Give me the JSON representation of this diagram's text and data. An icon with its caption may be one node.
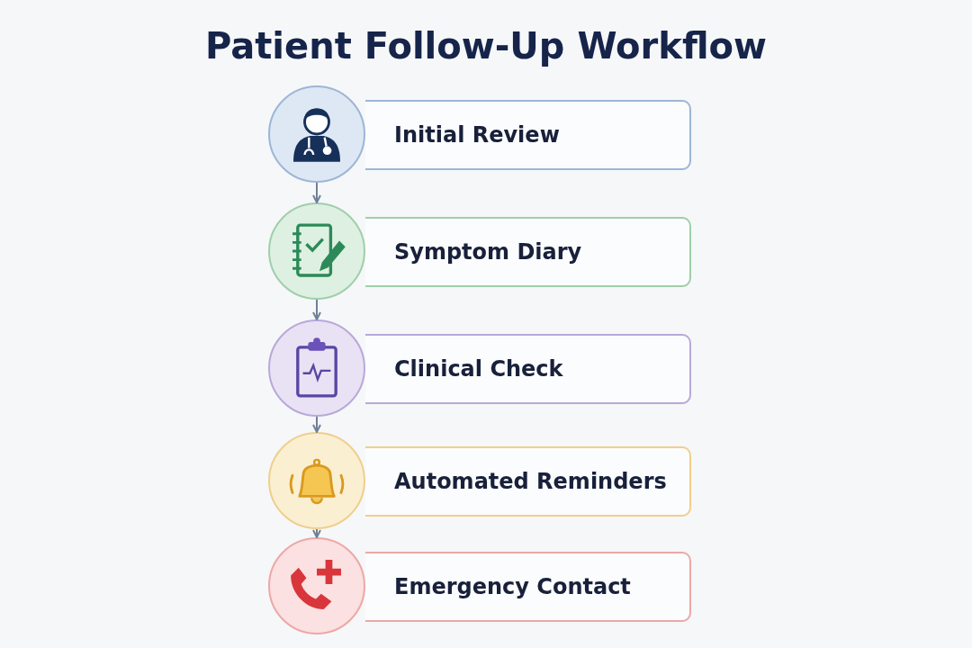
{
  "diagram": {
    "title": "Patient Follow-Up Workflow",
    "nodes": [
      {
        "text": [],
        "shape": "circle"
      },
      {
        "text": [
          "Initial Review"
        ]
      },
      {
        "text": [],
        "shape": "circle"
      },
      {
        "text": [
          "Symptom Diary"
        ]
      },
      {
        "text": [],
        "shape": "circle"
      },
      {
        "text": [
          "Clinical Check"
        ]
      },
      {
        "text": [],
        "shape": "circle"
      },
      {
        "text": [
          "Automated Reminders"
        ]
      },
      {
        "text": [],
        "shape": "circle"
      },
      {
        "text": [
          "Emergency Contact"
        ]
      }
    ],
    "edges": [
      {
        "from": 0,
        "to": 2,
        "arrow": "to"
      },
      {
        "from": 2,
        "to": 4,
        "arrow": "to"
      },
      {
        "from": 4,
        "to": 6,
        "arrow": "to"
      },
      {
        "from": 6,
        "to": 8,
        "arrow": "to"
      }
    ]
  }
}
